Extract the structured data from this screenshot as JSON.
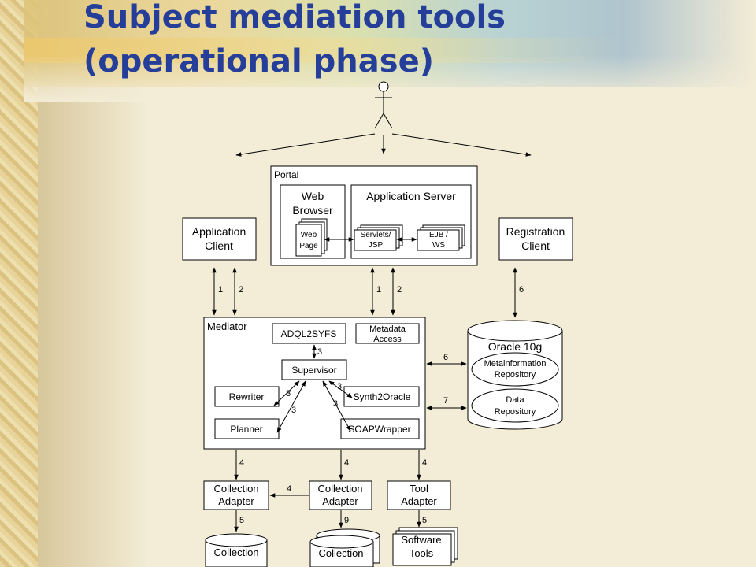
{
  "slide": {
    "title_line1": "Subject mediation tools",
    "title_line2": "(operational phase)"
  },
  "diagram": {
    "portal": {
      "label": "Portal",
      "web_browser": [
        "Web",
        "Browser"
      ],
      "web_page": [
        "Web",
        "Page"
      ],
      "app_server": "Application Server",
      "servlets": [
        "Servlets/",
        "JSP"
      ],
      "ejb": [
        "EJB /",
        "WS"
      ]
    },
    "app_client": [
      "Application",
      "Client"
    ],
    "reg_client": [
      "Registration",
      "Client"
    ],
    "mediator": {
      "label": "Mediator",
      "adql": "ADQL2SYFS",
      "metadata": [
        "Metadata",
        "Access"
      ],
      "supervisor": "Supervisor",
      "rewriter": "Rewriter",
      "synth": "Synth2Oracle",
      "planner": "Planner",
      "soap": "SOAPWrapper"
    },
    "oracle": {
      "label": "Oracle 10g",
      "meta_repo": [
        "Metainformation",
        "Repository"
      ],
      "data_repo": [
        "Data",
        "Repository"
      ]
    },
    "coll_adapter": [
      "Collection",
      "Adapter"
    ],
    "tool_adapter": [
      "Tool",
      "Adapter"
    ],
    "collection": "Collection",
    "software_tools": [
      "Software",
      "Tools"
    ],
    "numbers": {
      "app_client_down": "1",
      "app_client_up": "2",
      "portal_down": "1",
      "portal_up": "2",
      "reg_client": "6",
      "oracle_meta": "6",
      "oracle_data": "7",
      "adql_sup": "3",
      "sup_rewriter": "3",
      "sup_synth": "3",
      "sup_planner": "3",
      "sup_soap": "3",
      "med_coll1": "4",
      "med_coll2": "4",
      "med_tool": "4",
      "coll2_coll1": "4",
      "coll1_store": "5",
      "coll2_store": "9",
      "tool_store": "5"
    }
  }
}
